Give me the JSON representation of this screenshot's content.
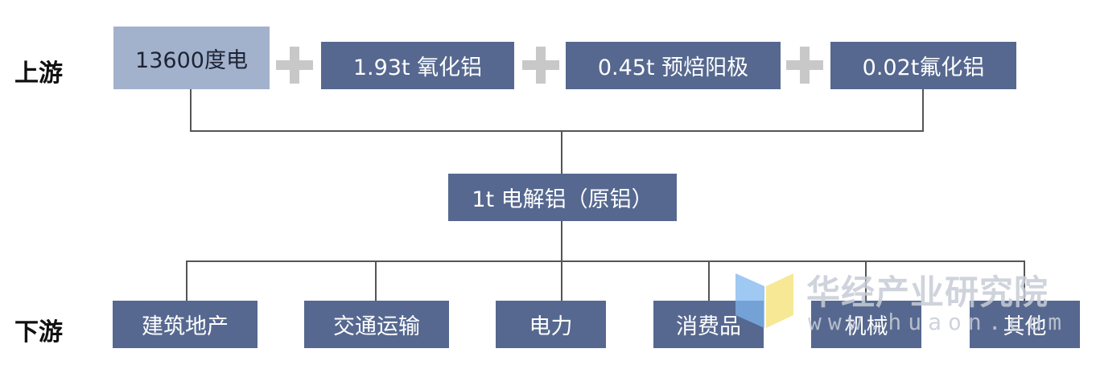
{
  "labels": {
    "upstream": "上游",
    "downstream": "下游"
  },
  "inputs": [
    "13600度电",
    "1.93t 氧化铝",
    "0.45t 预焙阳极",
    "0.02t氟化铝"
  ],
  "product": "1t 电解铝（原铝）",
  "applications": [
    "建筑地产",
    "交通运输",
    "电力",
    "消费品",
    "机械",
    "其他"
  ],
  "watermark": {
    "name": "华经产业研究院",
    "url": "www.huaon.com"
  },
  "colors": {
    "box": "#56688f",
    "box_light": "#a3b2cc",
    "plus": "#c8c8c8",
    "line": "#555555"
  }
}
